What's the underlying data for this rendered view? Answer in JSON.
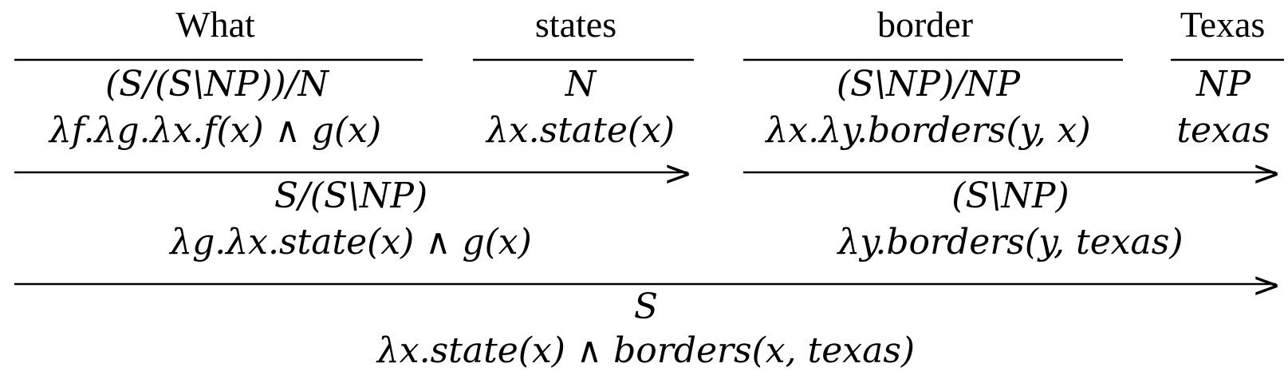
{
  "words": [
    "What",
    "states",
    "border",
    "Texas"
  ],
  "lexical_categories": [
    "(S/(S\\NP))/N",
    "N",
    "(S\\NP)/NP",
    "NP"
  ],
  "lexical_semantics": [
    "λf.λg.λx.f(x) ∧ g(x)",
    "λx.state(x)",
    "λx.λy.borders(y, x)",
    "texas"
  ],
  "step1_left": {
    "category": "S/(S\\NP)",
    "semantics": "λg.λx.state(x) ∧ g(x)"
  },
  "step1_right": {
    "category": "(S\\NP)",
    "semantics": "λy.borders(y, texas)"
  },
  "final": {
    "category": "S",
    "semantics": "λx.state(x) ∧ borders(x, texas)"
  },
  "combinator_symbol": ">"
}
